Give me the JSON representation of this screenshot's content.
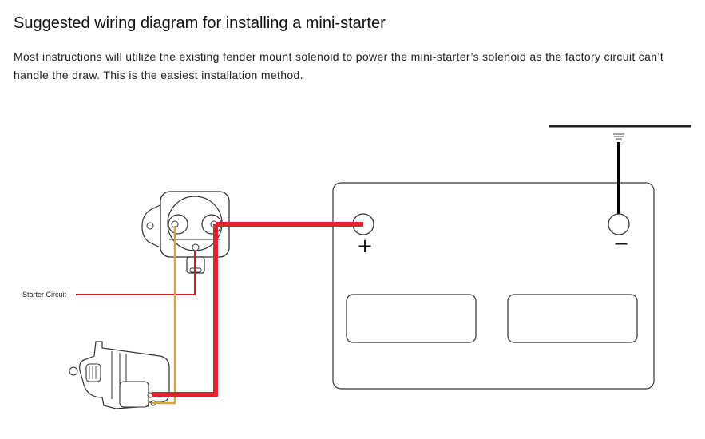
{
  "page": {
    "title": "Suggested wiring diagram for installing a mini-starter",
    "description": "Most instructions will utilize the existing fender mount solenoid to power the mini-starter’s solenoid as the factory circuit can’t handle the draw. This is the easiest installation method."
  },
  "diagram": {
    "starter_circuit_label": "Starter Circuit",
    "positive_symbol": "+",
    "negative_symbol": "−"
  },
  "colors": {
    "power_cable": "#e0232d",
    "control_wire": "#d4a548",
    "starter_circuit_wire": "#c8202a",
    "ground_cable": "#000000"
  },
  "icons": [
    "fender-solenoid-icon",
    "mini-starter-icon",
    "battery-icon",
    "ground-symbol-icon"
  ]
}
